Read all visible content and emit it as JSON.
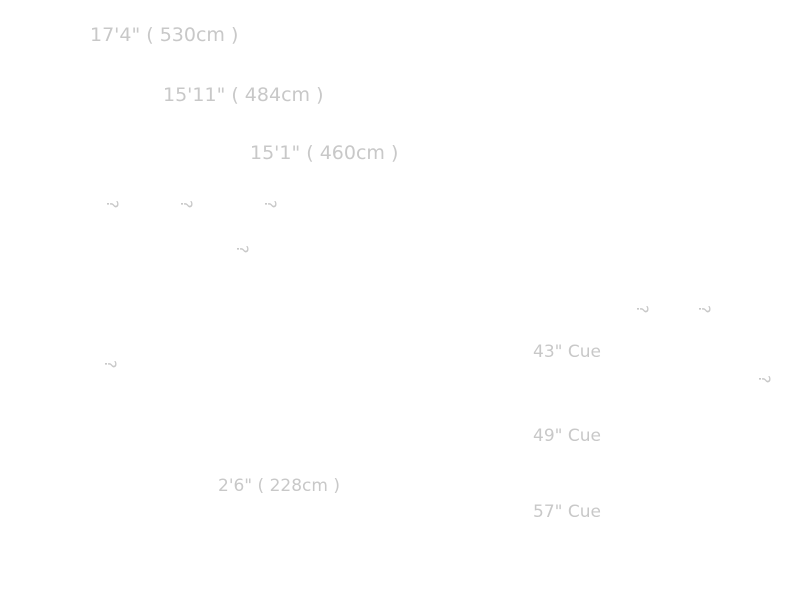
{
  "dimensions": {
    "d1": "17'4\" ( 530cm )",
    "d2": "15'11\" ( 484cm )",
    "d3": "15'1\" ( 460cm )",
    "d4": "2'6\" ( 228cm )"
  },
  "sizes": [
    "43\" Cue",
    "49\" Cue",
    "57\" Cue"
  ],
  "vertical_labels": [
    "?",
    "?",
    "?",
    "?",
    "?",
    "?",
    "?",
    "?"
  ],
  "colors": {
    "text": "#f4f4f4",
    "background": "#ffffff"
  }
}
